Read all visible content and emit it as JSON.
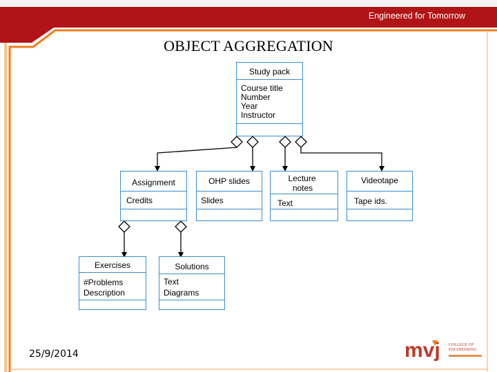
{
  "header": {
    "tagline": "Engineered for Tomorrow",
    "colors": {
      "band": "#b01416",
      "accent": "#f07d1a",
      "uml_border": "#3a8ccf"
    }
  },
  "title": "OBJECT AGGREGATION",
  "diagram": {
    "study_pack": {
      "name": "Study pack",
      "attributes": [
        "Course title",
        "Number",
        "Year",
        "Instructor"
      ]
    },
    "assignment": {
      "name": "Assignment",
      "attributes": [
        "Credits"
      ]
    },
    "ohp_slides": {
      "name": "OHP slides",
      "attributes": [
        "Slides"
      ]
    },
    "lecture_notes": {
      "name_lines": [
        "Lecture",
        "notes"
      ],
      "attributes": [
        "Text"
      ]
    },
    "videotape": {
      "name": "Videotape",
      "attributes": [
        "Tape ids."
      ]
    },
    "exercises": {
      "name": "Exercises",
      "attributes": [
        "#Problems",
        "Description"
      ]
    },
    "solutions": {
      "name": "Solutions",
      "attributes": [
        "Text",
        "Diagrams"
      ]
    }
  },
  "footer": {
    "date": "25/9/2014",
    "logo_text": "mvj",
    "college_lines": [
      "COLLEGE OF",
      "ENGINEERING"
    ]
  }
}
